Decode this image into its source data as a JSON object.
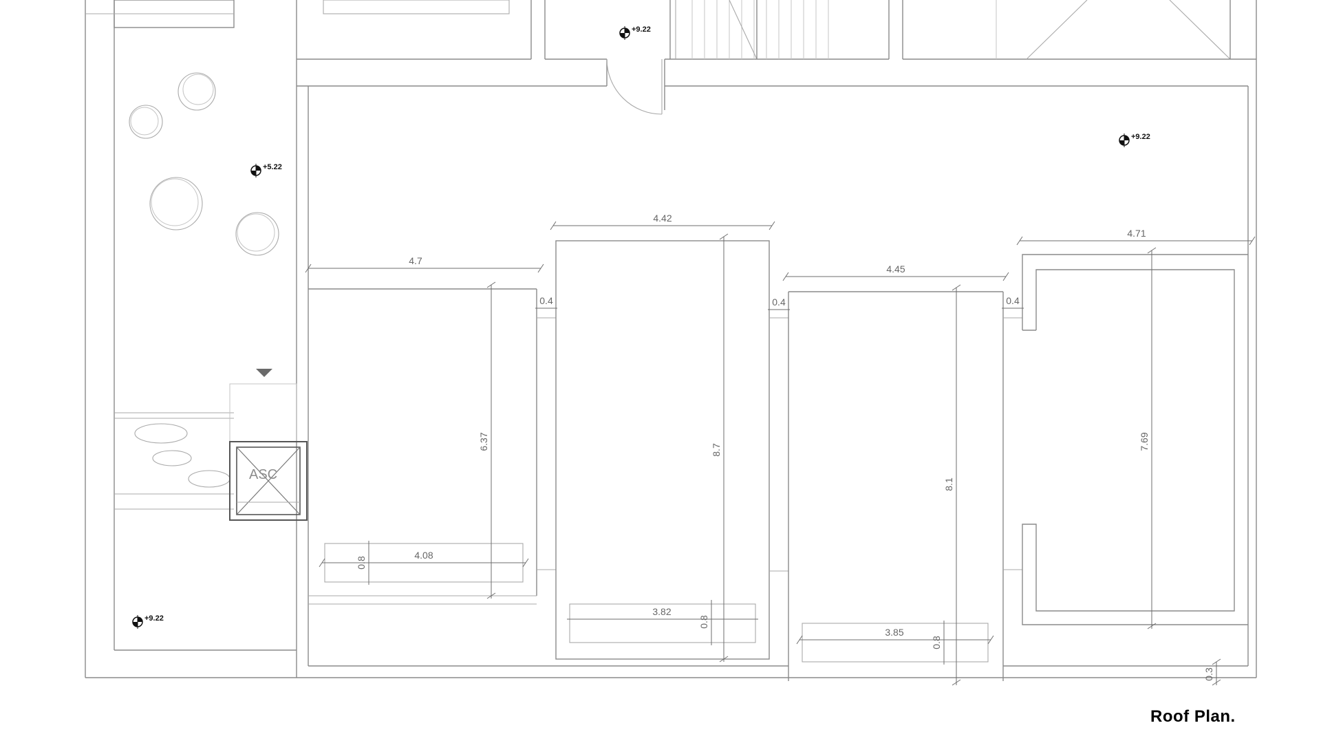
{
  "title": "Roof Plan.",
  "levels": {
    "top_center": "+9.22",
    "top_right": "+9.22",
    "terrace": "+5.22",
    "bottom_left": "+9.22"
  },
  "elevator_label": "ASC",
  "dimensions": {
    "room1_width": "4.7",
    "room2_width": "4.42",
    "room3_width": "4.45",
    "room4_width": "4.71",
    "room1_depth": "6.37",
    "room2_depth": "8.7",
    "room3_depth": "8.1",
    "room4_depth": "7.69",
    "wall_gap_1": "0.4",
    "wall_gap_2": "0.4",
    "wall_gap_3": "0.4",
    "window1_width": "4.08",
    "window2_width": "3.82",
    "window3_width": "3.85",
    "window1_height": "0.8",
    "window2_height": "0.8",
    "window3_height": "0.8",
    "edge_offset": "0.3"
  }
}
